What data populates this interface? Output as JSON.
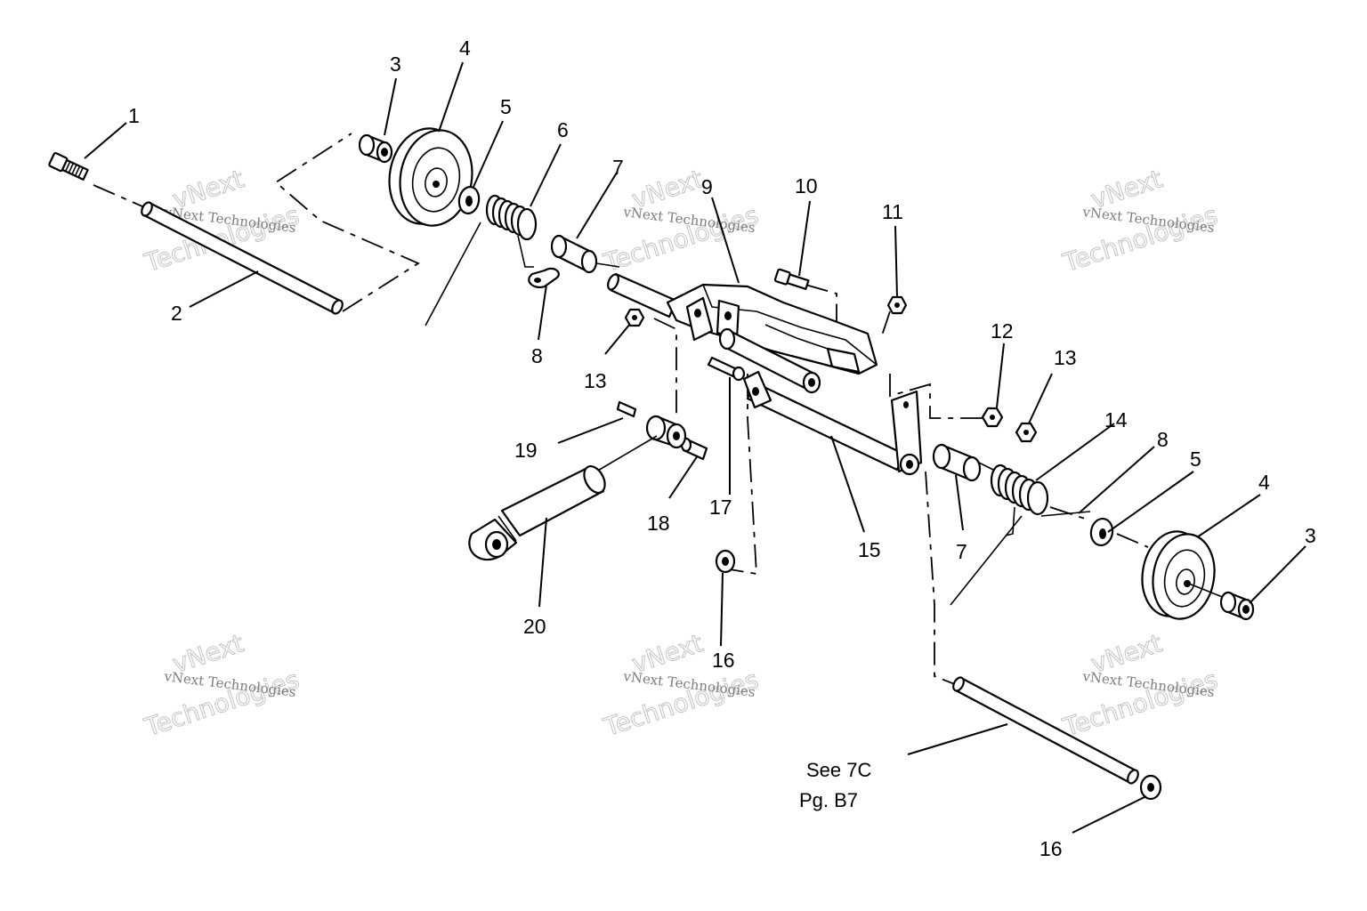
{
  "callouts": {
    "c1": "1",
    "c2": "2",
    "c3a": "3",
    "c4a": "4",
    "c5a": "5",
    "c6": "6",
    "c7a": "7",
    "c8a": "8",
    "c9": "9",
    "c10": "10",
    "c11": "11",
    "c12": "12",
    "c13a": "13",
    "c13b": "13",
    "c14": "14",
    "c8b": "8",
    "c5b": "5",
    "c4b": "4",
    "c3b": "3",
    "c19": "19",
    "c18": "18",
    "c17": "17",
    "c15": "15",
    "c7b": "7",
    "c20": "20",
    "c16a": "16",
    "c16b": "16"
  },
  "reference": {
    "line1": "See 7C",
    "line2": "Pg. B7"
  },
  "watermark": {
    "company": "vNext Technologies",
    "word1": "vNext",
    "word2": "Technologies"
  },
  "icons": [
    "bolt-icon",
    "shaft-icon",
    "bushing-icon",
    "wheel-icon",
    "washer-icon",
    "torsion-spring-icon",
    "sleeve-icon",
    "clip-icon",
    "bracket-icon",
    "nut-icon",
    "pin-icon",
    "shock-absorber-icon"
  ]
}
